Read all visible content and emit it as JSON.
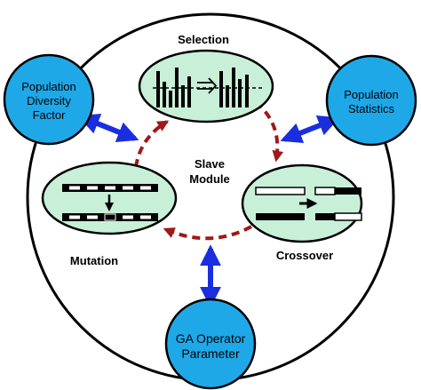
{
  "outer_circle_label": "",
  "center_label": {
    "line1": "Slave",
    "line2": "Module"
  },
  "operators": {
    "selection": {
      "label": "Selection"
    },
    "crossover": {
      "label": "Crossover"
    },
    "mutation": {
      "label": "Mutation"
    }
  },
  "external_nodes": {
    "diversity": {
      "line1": "Population",
      "line2": "Diversity",
      "line3": "Factor"
    },
    "statistics": {
      "line1": "Population",
      "line2": "Statistics"
    },
    "ga_operator": {
      "line1": "GA Operator",
      "line2": "Parameter"
    }
  },
  "colors": {
    "operator_fill": "#c8f0d8",
    "external_fill": "#1ea8e8",
    "double_arrow": "#1a2ee0",
    "cycle_arrow": "#a01818",
    "outline": "#000000"
  }
}
